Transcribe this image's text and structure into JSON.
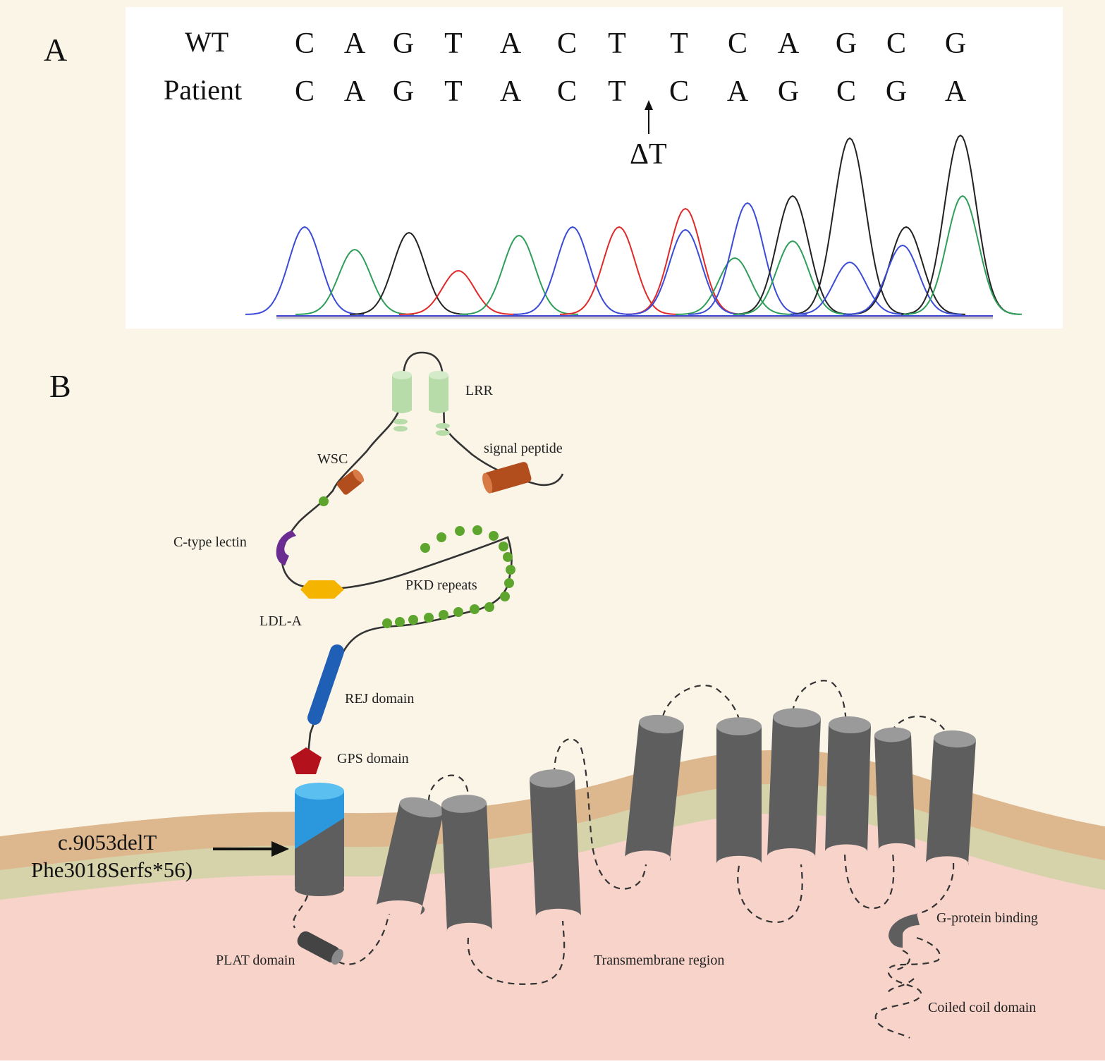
{
  "panels": {
    "a": "A",
    "b": "B"
  },
  "sequence": {
    "wt_label": "WT",
    "patient_label": "Patient",
    "wt": [
      "C",
      "A",
      "G",
      "T",
      "A",
      "C",
      "T",
      "T",
      "C",
      "A",
      "G",
      "C",
      "G"
    ],
    "patient": [
      "C",
      "A",
      "G",
      "T",
      "A",
      "C",
      "T",
      "C",
      "A",
      "G",
      "C",
      "G",
      "A"
    ],
    "deletion_label": "ΔT"
  },
  "chromatogram": {
    "colors": {
      "blue": "#3b4bd6",
      "green": "#2f9e5a",
      "black": "#222222",
      "red": "#e02a2a"
    }
  },
  "domains": {
    "lrr": "LRR",
    "signal_peptide": "signal peptide",
    "wsc": "WSC",
    "c_type_lectin": "C-type lectin",
    "pkd_repeats": "PKD repeats",
    "ldl_a": "LDL-A",
    "rej": "REJ domain",
    "gps": "GPS domain",
    "plat": "PLAT domain",
    "transmembrane": "Transmembrane region",
    "g_protein": "G-protein binding",
    "coiled_coil": "Coiled coil domain"
  },
  "mutation": {
    "line1": "c.9053delT",
    "line2": "Phe3018Serfs*56)"
  },
  "colors": {
    "background": "#fbf5e8",
    "membrane_outer": "#ddb88f",
    "membrane_inner": "#d6d3ab",
    "cytoplasm": "#f7d3ca",
    "helix": "#5e5e5e",
    "helix_top": "#9a9a9a",
    "lrr": "#b7dca9",
    "wsc": "#b24d1e",
    "lectin": "#6a2c91",
    "ldl": "#f5b400",
    "pkd_dot": "#5da52d",
    "rej": "#1f5fb5",
    "gps": "#b3121d",
    "tm1_blue": "#2b98dd"
  }
}
